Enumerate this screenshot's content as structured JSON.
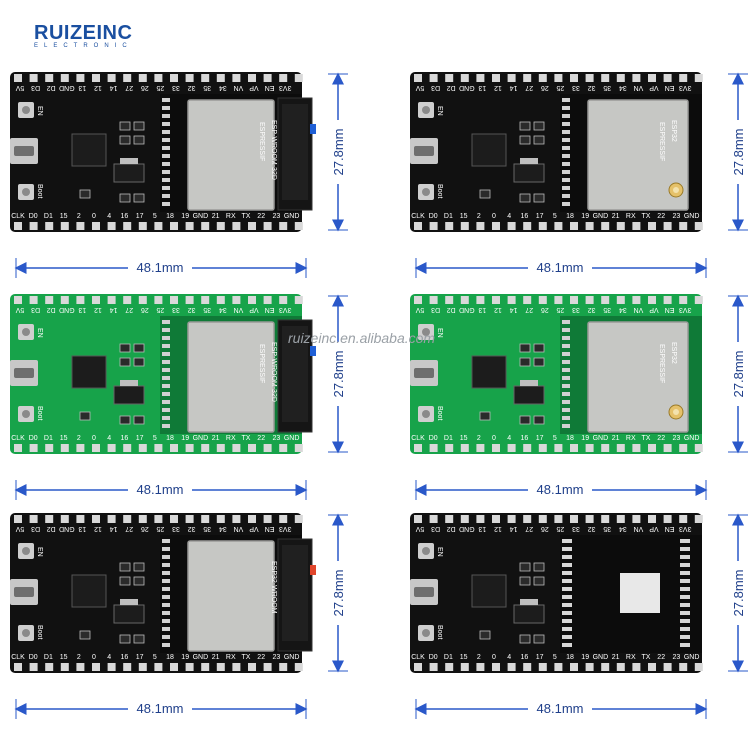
{
  "brand": {
    "name": "RUIZEINC",
    "sub": "ELECTRONIC"
  },
  "watermark": "ruizeinc.en.alibaba.com",
  "dimensions": {
    "width_label": "48.1mm",
    "height_label": "27.8mm"
  },
  "silkscreen": {
    "top_pins_left": [
      "5V",
      "D3",
      "D2",
      "GND",
      "13",
      "12",
      "14",
      "27",
      "26",
      "25",
      "33",
      "32",
      "35",
      "34",
      "VN",
      "VP",
      "EN",
      "3V3"
    ],
    "bottom_pins": [
      "CLK",
      "D0",
      "D1",
      "15",
      "2",
      "0",
      "4",
      "16",
      "17",
      "5",
      "18",
      "19",
      "GND",
      "21",
      "RX",
      "TX",
      "22",
      "23",
      "GND"
    ],
    "button_en": "EN",
    "button_boot": "Boot"
  },
  "boards": [
    {
      "id": "board-1",
      "pcb": "#111111",
      "module_label": "ESP-WROOM-32D",
      "module_brand": "ESPRESSIF",
      "antenna": "pcb",
      "led": "#1f5fd6"
    },
    {
      "id": "board-2",
      "pcb": "#111111",
      "module_label": "ESP32",
      "module_brand": "ESPRESSIF",
      "antenna": "ipex",
      "led": ""
    },
    {
      "id": "board-3",
      "pcb": "#17a34a",
      "module_label": "ESP-WROOM-32D",
      "module_brand": "ESPRESSIF",
      "antenna": "pcb",
      "led": "#1f5fd6"
    },
    {
      "id": "board-4",
      "pcb": "#17a34a",
      "module_label": "ESP32",
      "module_brand": "ESPRESSIF",
      "antenna": "ipex",
      "led": ""
    },
    {
      "id": "board-5",
      "pcb": "#111111",
      "module_label": "ESP32-WROOM",
      "module_brand": "",
      "antenna": "pcb",
      "led": "#e0452b"
    },
    {
      "id": "board-6",
      "pcb": "#111111",
      "module_label": "",
      "module_brand": "",
      "antenna": "none",
      "led": ""
    }
  ]
}
